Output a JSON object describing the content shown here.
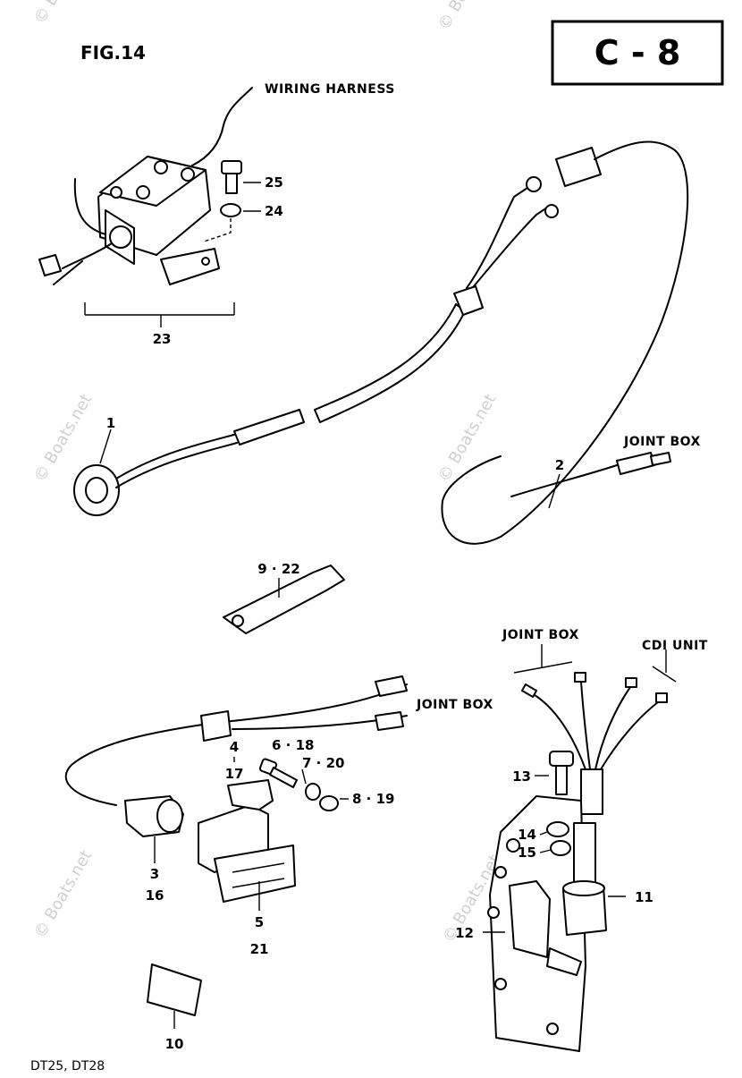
{
  "figure": {
    "title": "FIG.14",
    "code": "C - 8",
    "models": "DT25, DT28"
  },
  "watermark": "© Boats.net",
  "captions": {
    "wiring_harness": "WIRING HARNESS",
    "joint_box_1": "JOINT BOX",
    "joint_box_2": "JOINT BOX",
    "joint_box_3": "JOINT BOX",
    "cdi_unit": "CDI UNIT"
  },
  "callouts": {
    "p1": "1",
    "p2": "2",
    "p3": "3",
    "p16": "16",
    "p4": "4",
    "p17": "17",
    "p5": "5",
    "p21": "21",
    "p6_18": "6 · 18",
    "p7_20": "7 · 20",
    "p8_19": "8 · 19",
    "p9_22": "9 · 22",
    "p10": "10",
    "p11": "11",
    "p12": "12",
    "p13": "13",
    "p14": "14",
    "p15": "15",
    "p23": "23",
    "p24": "24",
    "p25": "25"
  }
}
